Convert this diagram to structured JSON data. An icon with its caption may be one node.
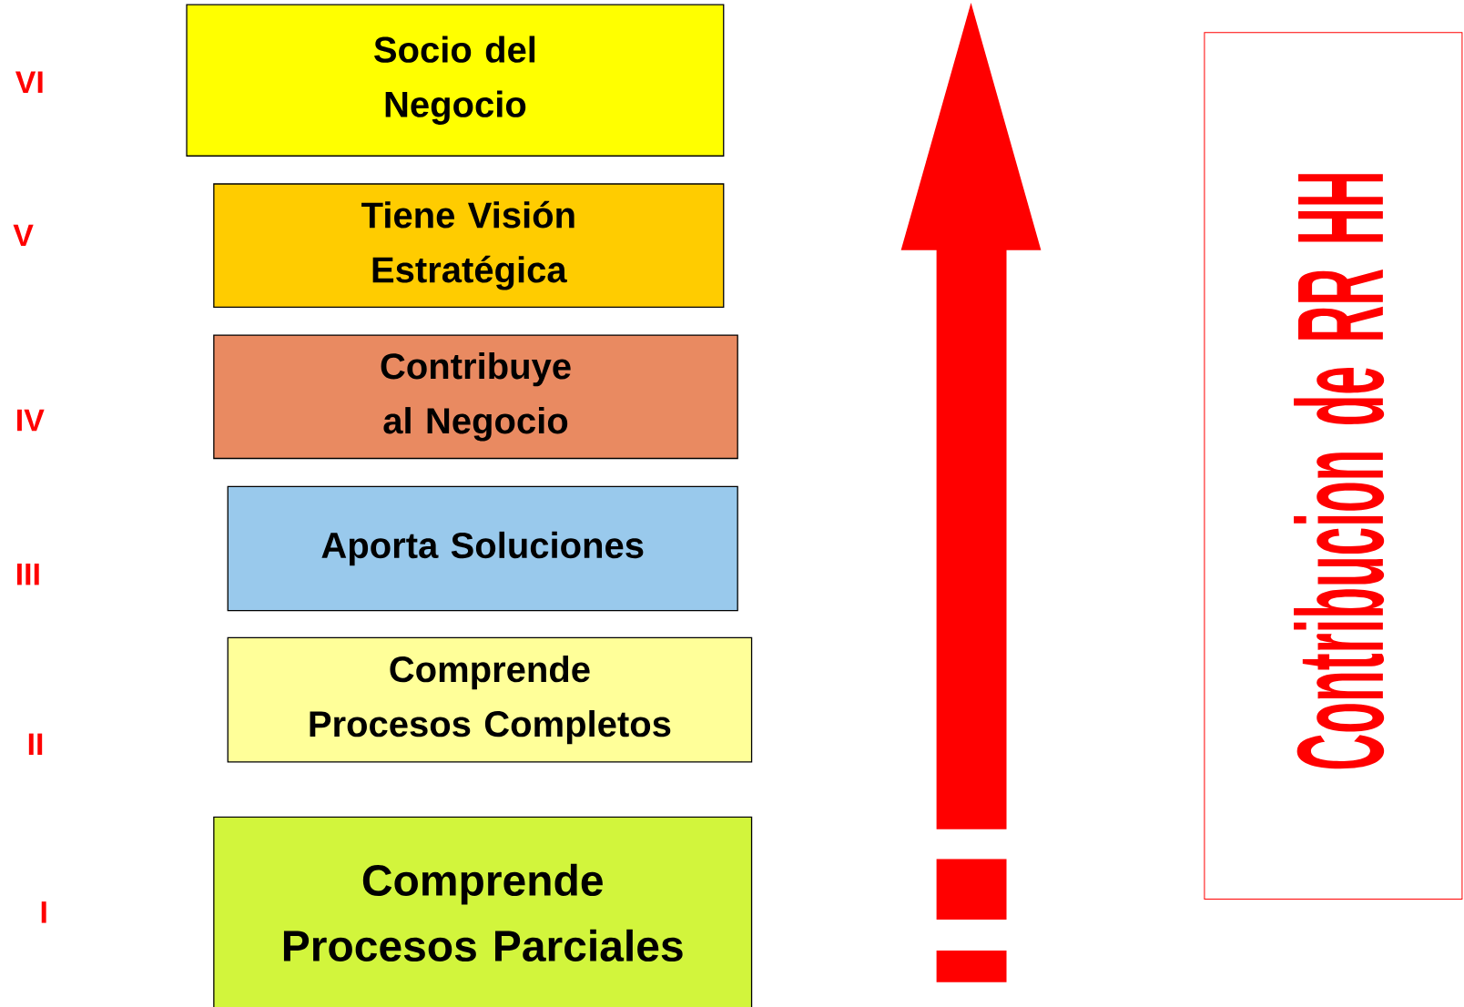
{
  "diagram": {
    "nodes": [
      {
        "text": [
          "Socio del Negocio"
        ]
      },
      {
        "text": [
          "Tiene Visión Estratégica"
        ]
      },
      {
        "text": [
          "Contribuye al Negocio"
        ]
      },
      {
        "text": [
          "Aporta Soluciones"
        ]
      },
      {
        "text": [
          "Comprende Procesos Completos"
        ]
      },
      {
        "text": [
          "Comprende Procesos Parciales"
        ]
      },
      {
        "text": [
          "Contribucion de RR HH"
        ]
      }
    ],
    "edges": [],
    "labels": [
      "VI",
      "V",
      "IV",
      "III",
      "II",
      "I"
    ]
  }
}
